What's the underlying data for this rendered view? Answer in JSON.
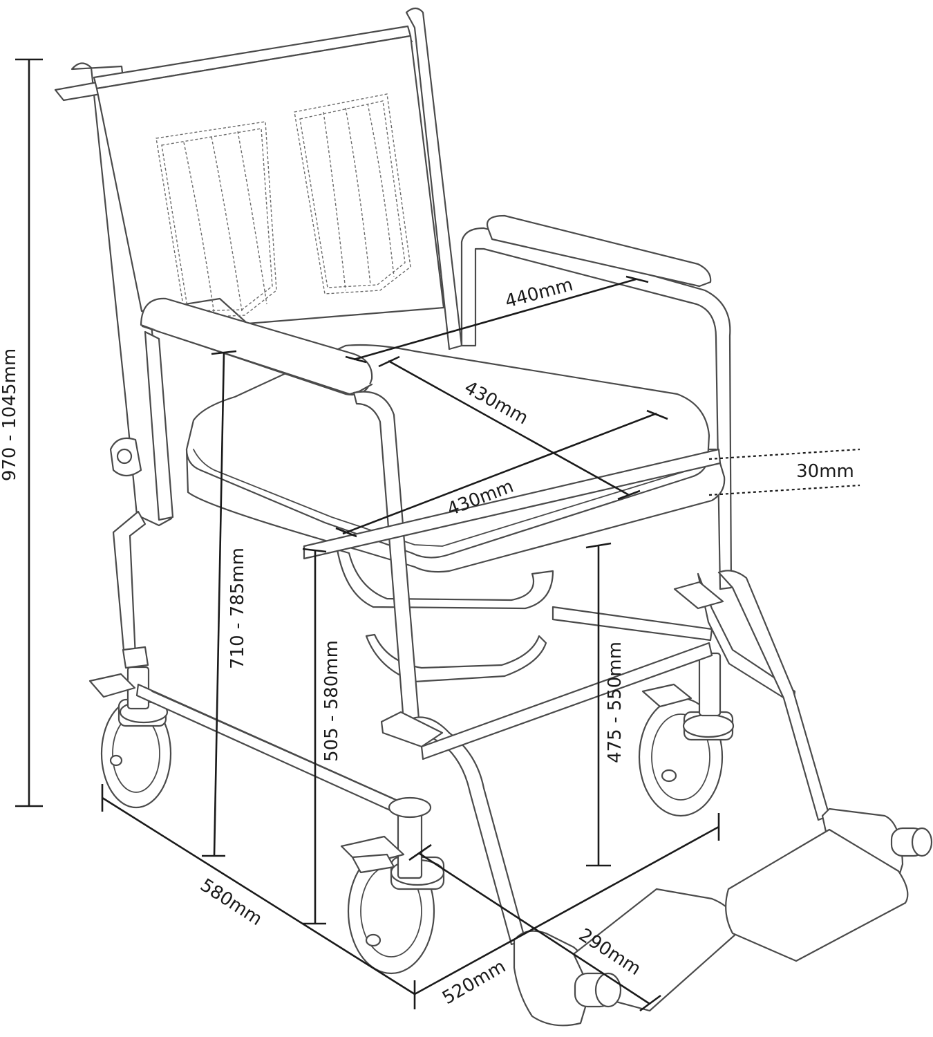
{
  "diagram": {
    "subject": "commode-wheelchair",
    "colors": {
      "outline": "#4a4a4a",
      "dimension": "#1a1a1a",
      "background": "#ffffff"
    },
    "dimensions": {
      "overall_height": "970 - 1045mm",
      "armrest_width": "440mm",
      "seat_depth": "430mm",
      "seat_width": "430mm",
      "cushion_thickness": "30mm",
      "armrest_height": "710 - 785mm",
      "front_seat_height": "505 - 580mm",
      "rear_seat_height": "475 - 550mm",
      "overall_depth": "580mm",
      "overall_width": "520mm",
      "footplate_depth": "290mm"
    }
  }
}
